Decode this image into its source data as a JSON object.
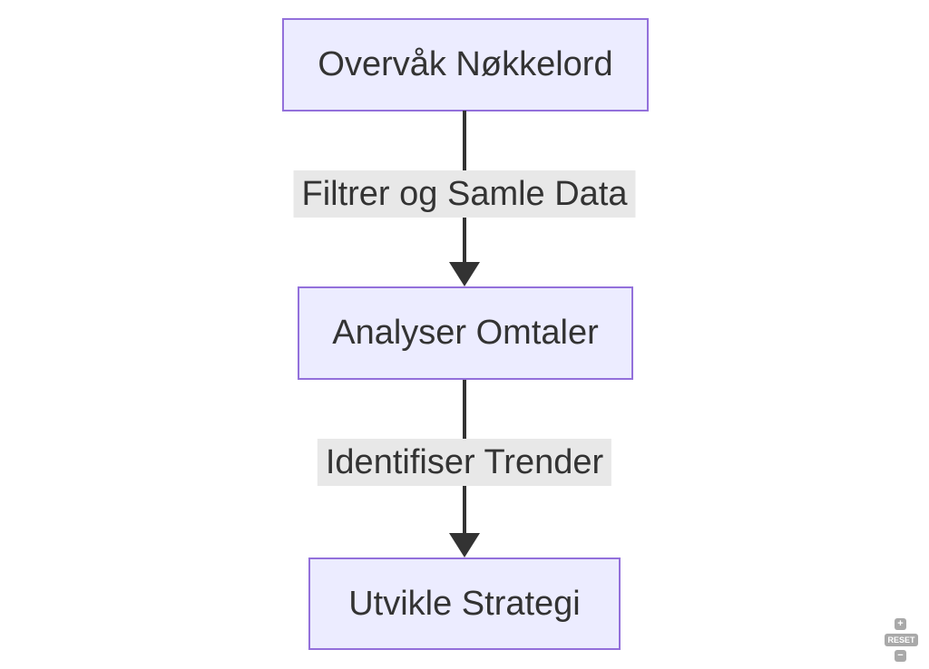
{
  "diagram": {
    "type": "flowchart",
    "direction": "top-down",
    "nodes": [
      {
        "id": "A",
        "label": "Overvåk Nøkkelord"
      },
      {
        "id": "B",
        "label": "Analyser Omtaler"
      },
      {
        "id": "C",
        "label": "Utvikle Strategi"
      }
    ],
    "edges": [
      {
        "from": "A",
        "to": "B",
        "label": "Filtrer og Samle Data"
      },
      {
        "from": "B",
        "to": "C",
        "label": "Identifiser Trender"
      }
    ],
    "colors": {
      "background": "#ffffff",
      "node_fill": "#ECECFF",
      "node_border": "#9370DB",
      "node_text": "#333333",
      "edge_line": "#333333",
      "edge_label_bg": "#e8e8e8",
      "edge_label_text": "#333333",
      "control_bg": "#a9a9a9",
      "control_text": "#ffffff"
    }
  },
  "controls": {
    "zoom_in_label": "+",
    "reset_label": "RESET",
    "zoom_out_label": "−"
  }
}
